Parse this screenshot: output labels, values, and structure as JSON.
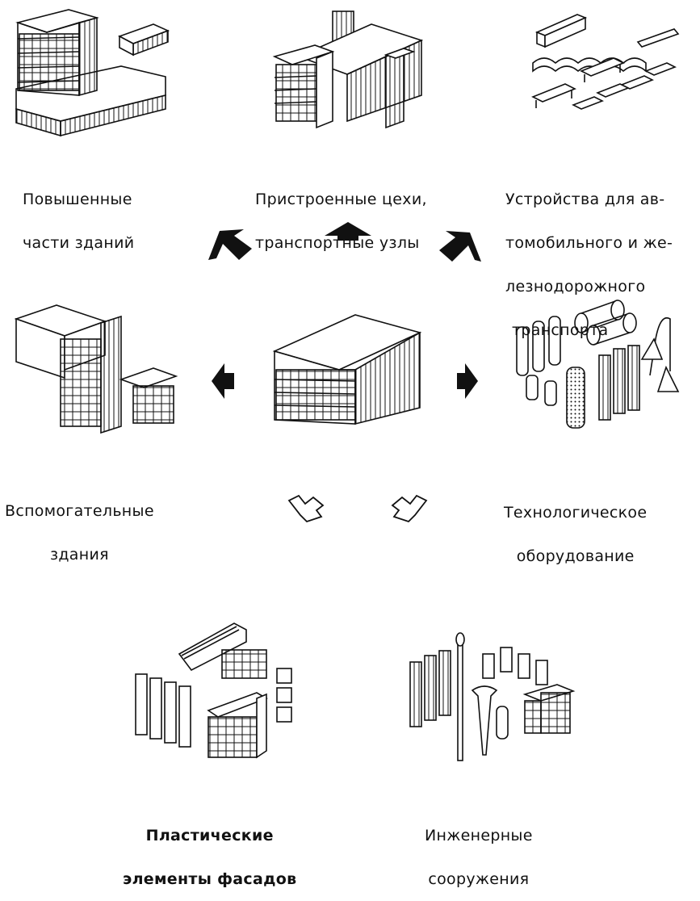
{
  "figure": {
    "labels": {
      "elevated_parts": {
        "line1": "Повышенные",
        "line2": "части зданий"
      },
      "annexed_workshops": {
        "line1": "Пристроенные цехи,",
        "line2": "транспортные узлы"
      },
      "transport_devices": {
        "line1": "Устройства для ав-",
        "line2": "томобильного и же-",
        "line3": "лезнодорожного",
        "line4": "транспорта"
      },
      "auxiliary_buildings": {
        "line1": "Вспомогательные",
        "line2": "здания"
      },
      "process_equipment": {
        "line1": "Технологическое",
        "line2": "оборудование"
      },
      "facade_elements": {
        "line1": "Пластические",
        "line2": "элементы фасадов"
      },
      "engineering_structures": {
        "line1": "Инженерные",
        "line2": "сооружения"
      }
    },
    "colors": {
      "ink": "#111111",
      "paper": "#ffffff"
    },
    "arrows": {
      "solid": [
        "up",
        "up-left",
        "up-right",
        "left",
        "right"
      ],
      "outline": [
        "down-left",
        "down-right"
      ]
    }
  }
}
